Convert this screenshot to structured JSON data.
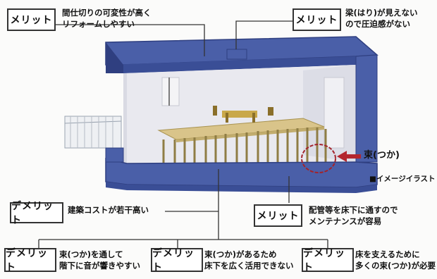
{
  "labels": {
    "top_left_tag": "メリット",
    "top_left_text": [
      "間仕切りの可変性が高く",
      "リフォームしやすい"
    ],
    "top_right_tag": "メリット",
    "top_right_text": [
      "梁(はり)が見えない",
      "ので圧迫感がない"
    ],
    "mid_left_tag": "デメリット",
    "mid_left_text": "建築コストが若干高い",
    "mid_right_tag": "メリット",
    "mid_right_text": [
      "配管等を床下に通すので",
      "メンテナンスが容易"
    ],
    "bottom_1_tag": "デメリット",
    "bottom_1_text": [
      "束(つか)を通して",
      "階下に音が響きやすい"
    ],
    "bottom_2_tag": "デメリット",
    "bottom_2_text": [
      "束(つか)があるため",
      "床下を広く活用できない"
    ],
    "bottom_3_tag": "デメリット",
    "bottom_3_text": [
      "床を支えるために",
      "多くの束(つか)が必要"
    ],
    "tsuka_label": "束(つか)",
    "image_note": "■イメージイラスト"
  },
  "colors": {
    "slab": "#4a5fa8",
    "slab_dark": "#2f3f80",
    "wall": "#e9e9ef",
    "floor": "#d9c48a",
    "post": "#b9a66a",
    "arrow": "#b3262e",
    "circle": "#a3222a"
  }
}
